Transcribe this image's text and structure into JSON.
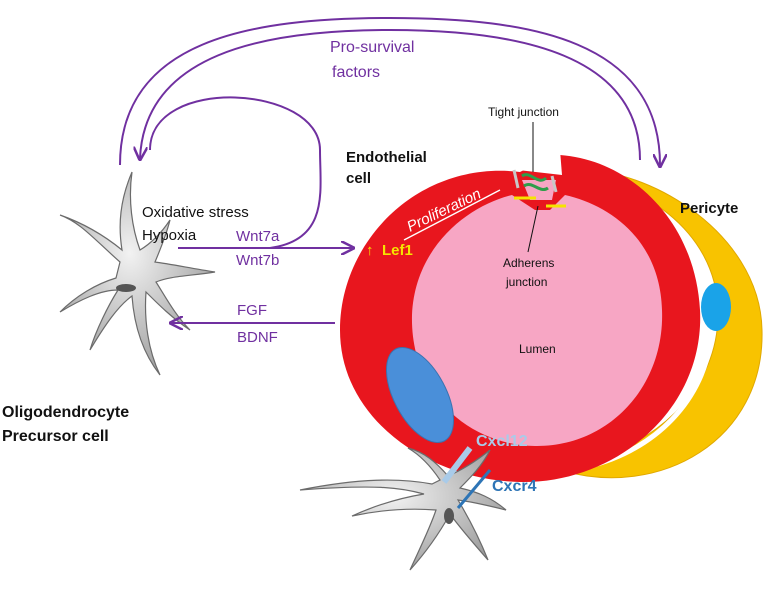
{
  "labels": {
    "pro_survival_1": "Pro-survival",
    "pro_survival_2": "factors",
    "tight_junction": "Tight junction",
    "endothelial_1": "Endothelial",
    "endothelial_2": "cell",
    "proliferation": "Proliferation",
    "pericyte": "Pericyte",
    "oxidative_stress": "Oxidative stress",
    "hypoxia": "Hypoxia",
    "wnt7a": "Wnt7a",
    "wnt7b": "Wnt7b",
    "lef1_arrow": "↑",
    "lef1": "Lef1",
    "adherens_1": "Adherens",
    "adherens_2": "junction",
    "lumen": "Lumen",
    "fgf": "FGF",
    "bdnf": "BDNF",
    "opc_1": "Oligodendrocyte",
    "opc_2": "Precursor cell",
    "cxcl12": "Cxcl12",
    "cxcr4": "Cxcr4"
  },
  "colors": {
    "endothelial": "#e8161e",
    "lumen": "#f7a6c4",
    "pericyte": "#f8c300",
    "pericyte_nucleus": "#1aa3e8",
    "endothelial_nucleus": "#4a8fd9",
    "arrows": "#7030a0",
    "cell_body": "#c8c8c8",
    "cxcl12": "#a9cbe9",
    "cxcr4": "#2e75b6",
    "adherens": "#f5e400",
    "tight_junction": "#2e9e4a"
  }
}
